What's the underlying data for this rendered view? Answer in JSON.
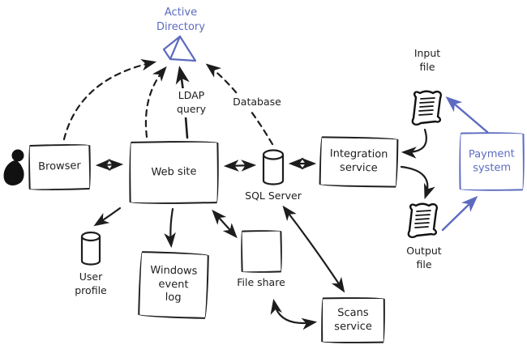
{
  "diagram": {
    "background": "#ffffff",
    "ink_color": "#1d1d1d",
    "accent_color": "#5c6bc0",
    "nodes": {
      "active_directory": {
        "label": "Active Directory",
        "shape": "pyramid-icon",
        "color": "accent"
      },
      "browser": {
        "label": "Browser",
        "shape": "box"
      },
      "web_site": {
        "label": "Web site",
        "shape": "box"
      },
      "sql_server": {
        "label": "SQL Server",
        "shape": "cylinder"
      },
      "integration_service": {
        "label": "Integration service",
        "shape": "box"
      },
      "input_file": {
        "label": "Input file",
        "shape": "document-icon"
      },
      "payment_system": {
        "label": "Payment system",
        "shape": "box",
        "color": "accent"
      },
      "output_file": {
        "label": "Output file",
        "shape": "document-icon"
      },
      "user_profile": {
        "label": "User profile",
        "shape": "cylinder"
      },
      "windows_event_log": {
        "label": "Windows event log",
        "shape": "box"
      },
      "file_share": {
        "label": "File share",
        "shape": "box"
      },
      "scans_service": {
        "label": "Scans service",
        "shape": "box"
      }
    },
    "edge_labels": {
      "ldap_query": "LDAP query",
      "database": "Database"
    },
    "edges": [
      {
        "from": "browser",
        "to": "web_site",
        "arrows": "both",
        "style": "solid"
      },
      {
        "from": "browser",
        "to": "active_directory",
        "arrows": "to",
        "style": "dashed"
      },
      {
        "from": "web_site",
        "to": "active_directory",
        "arrows": "to",
        "style": "dashed"
      },
      {
        "from": "web_site",
        "to": "active_directory",
        "arrows": "to",
        "style": "solid",
        "label": "LDAP query"
      },
      {
        "from": "sql_server",
        "to": "active_directory",
        "arrows": "to",
        "style": "dashed",
        "label": "Database"
      },
      {
        "from": "web_site",
        "to": "sql_server",
        "arrows": "both",
        "style": "solid"
      },
      {
        "from": "sql_server",
        "to": "integration_service",
        "arrows": "both",
        "style": "solid"
      },
      {
        "from": "web_site",
        "to": "user_profile",
        "arrows": "to",
        "style": "solid"
      },
      {
        "from": "web_site",
        "to": "windows_event_log",
        "arrows": "to",
        "style": "solid"
      },
      {
        "from": "web_site",
        "to": "file_share",
        "arrows": "both",
        "style": "solid"
      },
      {
        "from": "sql_server",
        "to": "scans_service",
        "arrows": "both",
        "style": "solid"
      },
      {
        "from": "file_share",
        "to": "scans_service",
        "arrows": "both",
        "style": "solid"
      },
      {
        "from": "input_file",
        "to": "integration_service",
        "arrows": "to",
        "style": "solid"
      },
      {
        "from": "integration_service",
        "to": "output_file",
        "arrows": "to",
        "style": "solid"
      },
      {
        "from": "output_file",
        "to": "payment_system",
        "arrows": "to",
        "style": "solid",
        "color": "accent"
      },
      {
        "from": "payment_system",
        "to": "input_file",
        "arrows": "to",
        "style": "solid",
        "color": "accent"
      }
    ]
  }
}
